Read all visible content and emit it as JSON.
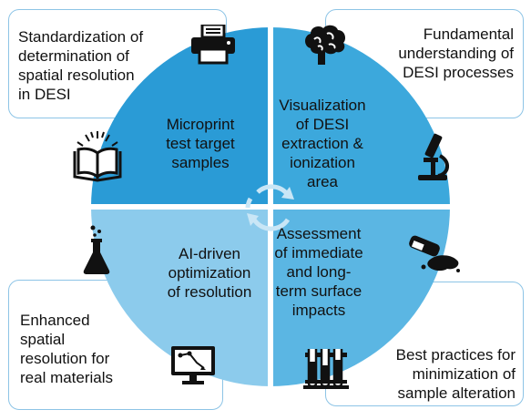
{
  "corners": {
    "top_left": [
      "Standardization of",
      "determination of",
      "spatial resolution",
      "in DESI"
    ],
    "top_right": [
      "Fundamental",
      "understanding of",
      "DESI processes"
    ],
    "bottom_left": [
      "Enhanced",
      "spatial",
      "resolution for",
      "real materials"
    ],
    "bottom_right": [
      "Best practices for",
      "minimization of",
      "sample alteration"
    ]
  },
  "quadrants": {
    "top_left": [
      "Microprint",
      "test target",
      "samples"
    ],
    "top_right": [
      "Visualization",
      "of DESI",
      "extraction &",
      "ionization",
      "area"
    ],
    "bottom_left": [
      "AI-driven",
      "optimization",
      "of resolution"
    ],
    "bottom_right": [
      "Assessment",
      "of immediate",
      "and long-",
      "term surface",
      "impacts"
    ]
  },
  "colors": {
    "q_top_left": "#2a9bd6",
    "q_top_right": "#3ca8dc",
    "q_bottom_left": "#8ccbec",
    "q_bottom_right": "#5bb6e3",
    "box_border": "#8dc4e6",
    "cycle_arrows": "#c9e6f6"
  },
  "icons": [
    "printer-icon",
    "brain-icon",
    "book-icon",
    "microscope-icon",
    "flask-icon",
    "spill-icon",
    "computer-icon",
    "test-tubes-icon",
    "cycle-arrows-icon"
  ]
}
